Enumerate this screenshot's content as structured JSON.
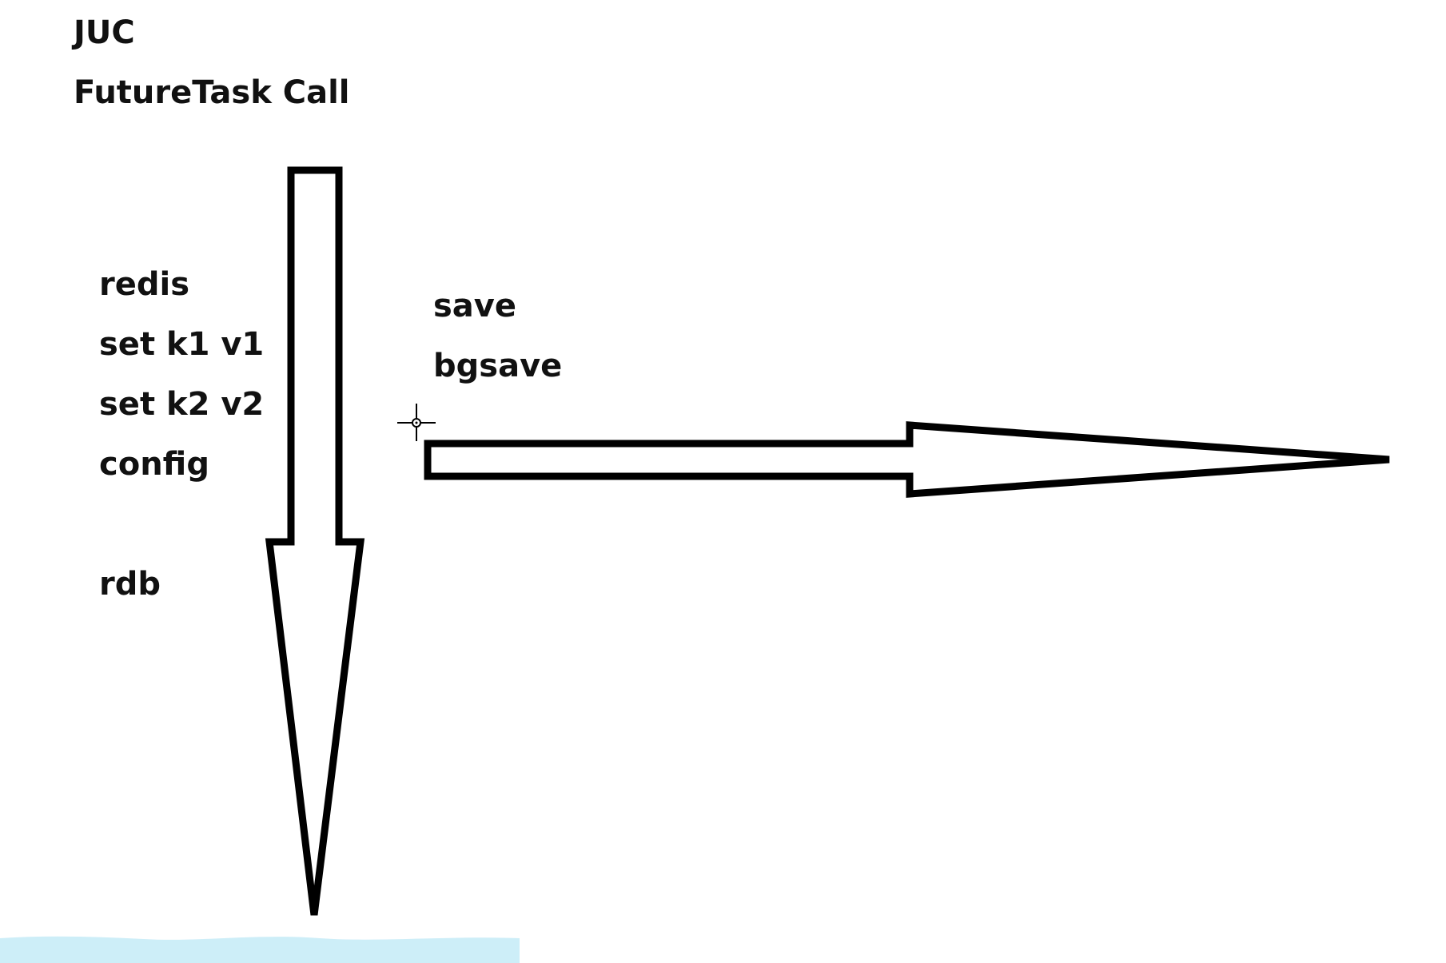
{
  "texts": {
    "juc": "JUC",
    "futuretask": "FutureTask Call",
    "redis": "redis",
    "set_k1": "set k1 v1",
    "set_k2": "set k2 v2",
    "config": "config",
    "rdb": "rdb",
    "save": "save",
    "bgsave": "bgsave"
  },
  "colors": {
    "stroke": "#000000",
    "text": "#111111",
    "band": "#cdeef8",
    "background": "#ffffff"
  },
  "icons": {
    "cursor": "crosshair-cursor-icon"
  }
}
